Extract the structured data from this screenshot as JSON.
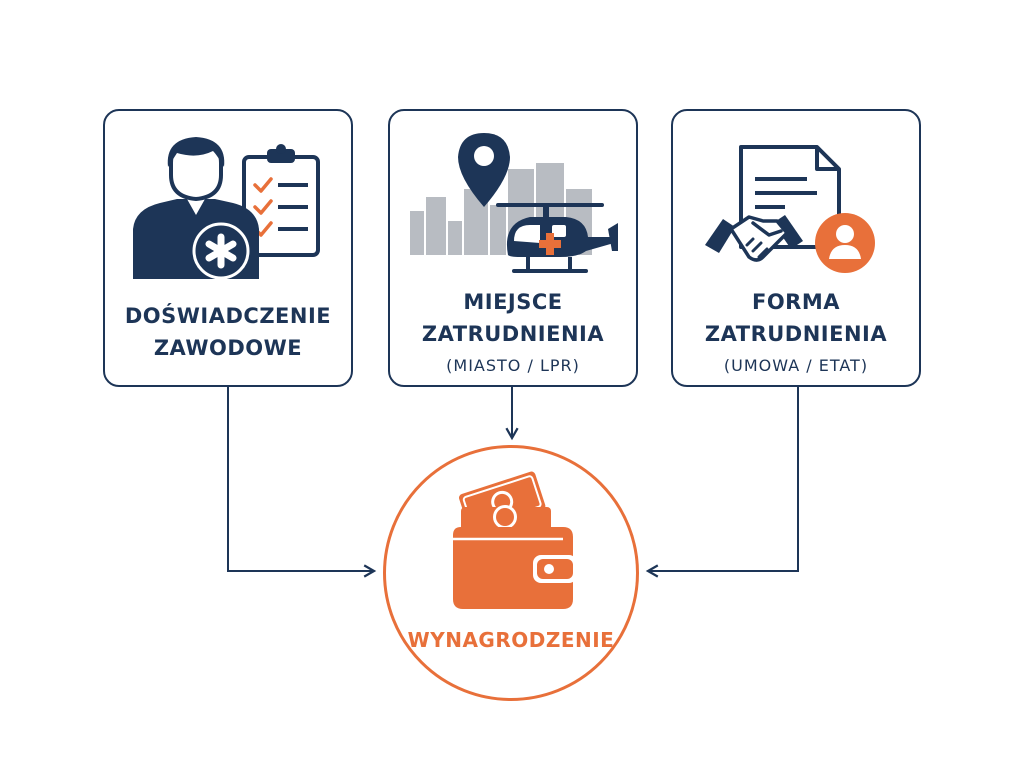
{
  "factors": {
    "experience": {
      "line1": "DOŚWIADCZENIE",
      "line2": "ZAWODOWE",
      "icon": "paramedic-checklist-icon"
    },
    "location": {
      "line1": "MIEJSCE",
      "line2": "ZATRUDNIENIA",
      "sub": "(MIASTO / LPR)",
      "icon": "city-helicopter-location-icon"
    },
    "employment": {
      "line1": "FORMA",
      "line2": "ZATRUDNIENIA",
      "sub": "(UMOWA / ETAT)",
      "icon": "contract-handshake-icon"
    }
  },
  "result": {
    "label": "WYNAGRODZENIE",
    "icon": "wallet-money-icon"
  },
  "colors": {
    "navy": "#1d3557",
    "orange": "#e8703a",
    "gray": "#b8bcc2"
  }
}
